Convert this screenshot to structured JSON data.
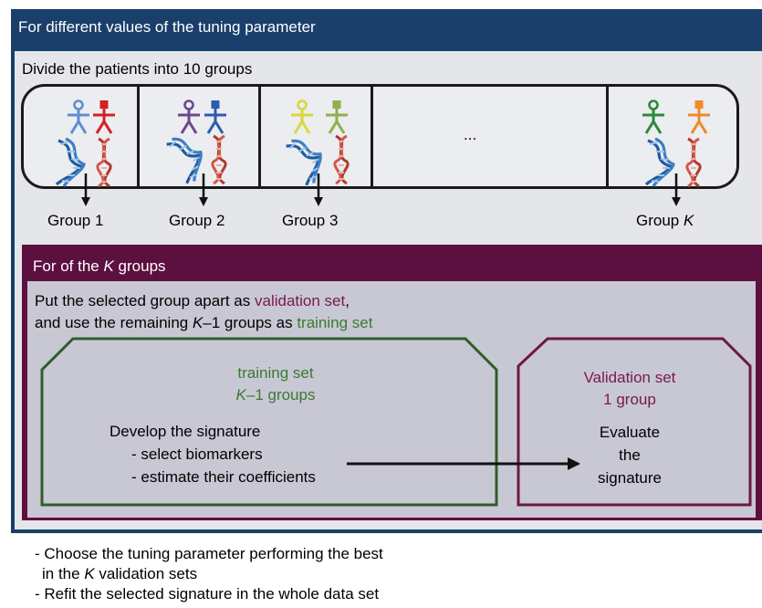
{
  "outer": {
    "title": "For different values of the tuning parameter"
  },
  "divide_label": "Divide the patients into 10 groups",
  "ellipsis": "...",
  "groups": [
    {
      "label": "Group 1"
    },
    {
      "label": "Group 2"
    },
    {
      "label": "Group 3"
    },
    {
      "label_prefix": "Group ",
      "label_var": "K"
    }
  ],
  "inner": {
    "title_prefix": "For of the ",
    "title_var": "K",
    "title_suffix": " groups",
    "put_line1_prefix": "Put the selected group apart as ",
    "put_line1_highlight": "validation set",
    "put_line1_suffix": ",",
    "put_line2_prefix": "and use the remaining ",
    "put_line2_var": "K",
    "put_line2_mid": "–1 groups as ",
    "put_line2_highlight": "training set"
  },
  "training": {
    "title": "training set",
    "count_var": "K",
    "count_suffix": "–1 groups",
    "develop": "Develop the signature",
    "step1": "- select biomarkers",
    "step2": "- estimate their coefficients"
  },
  "validation": {
    "title": "Validation set",
    "count": "1 group",
    "eval1": "Evaluate",
    "eval2": "the",
    "eval3": "signature"
  },
  "bottom": {
    "line1": "- Choose the tuning parameter performing the best",
    "line2_prefix": "in the ",
    "line2_var": "K",
    "line2_suffix": " validation sets",
    "line3": "- Refit the selected signature in the whole data set"
  },
  "colors": {
    "outer_bg": "#1a3f6b",
    "inner_bg": "#5c1040",
    "training": "#3a7a2e",
    "validation": "#7a1850"
  },
  "icons": [
    "person-icon",
    "dna-icon",
    "arrow-down-icon",
    "arrow-right-icon"
  ]
}
